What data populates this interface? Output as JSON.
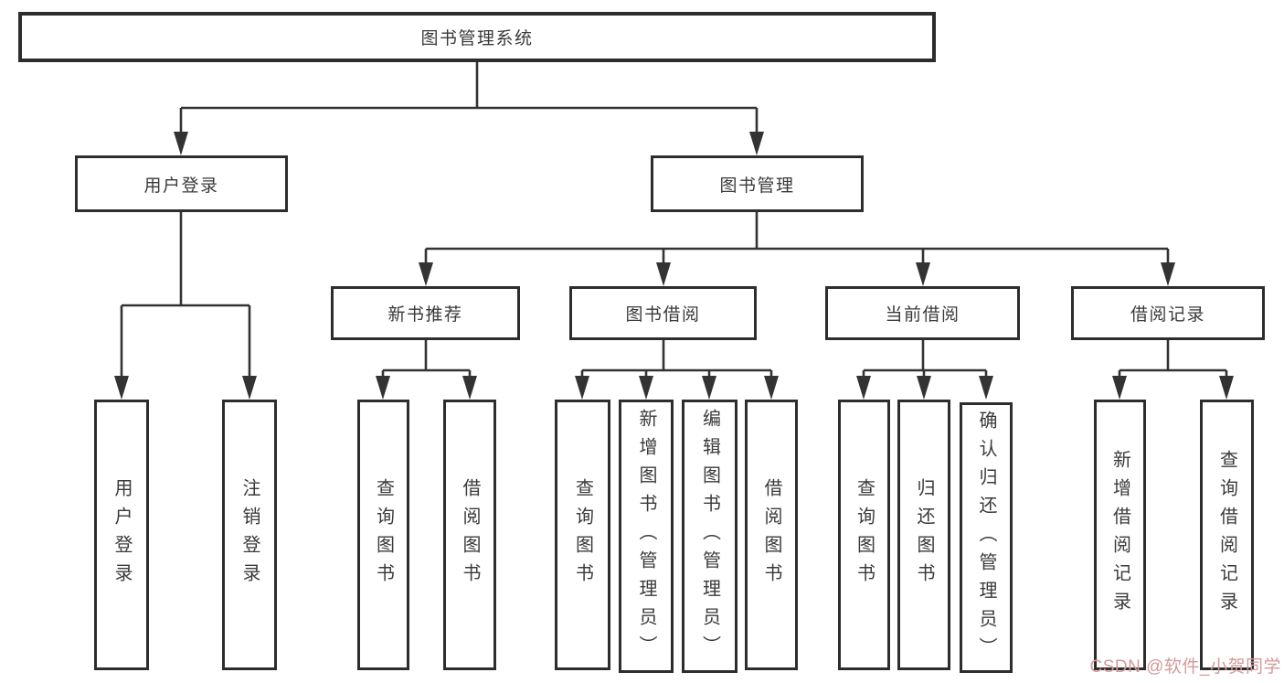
{
  "diagram": {
    "title": "图书管理系统",
    "nodes": {
      "root": "图书管理系统",
      "userLogin": "用户登录",
      "bookMgmt": "图书管理",
      "newBookRec": "新书推荐",
      "bookBorrow": "图书借阅",
      "currentBorrow": "当前借阅",
      "borrowRecords": "借阅记录",
      "leafUserLogin": "用户登录",
      "leafLogout": "注销登录",
      "leafNbQuery": "查询图书",
      "leafNbBorrow": "借阅图书",
      "leafBbQuery": "查询图书",
      "leafBbAdd": "新增图书（管理员）",
      "leafBbEdit": "编辑图书（管理员）",
      "leafBbBorrow": "借阅图书",
      "leafCbQuery": "查询图书",
      "leafCbReturn": "归还图书",
      "leafCbConfirm": "确认归还（管理员）",
      "leafBrAdd": "新增借阅记录",
      "leafBrQuery": "查询借阅记录"
    },
    "hierarchy": {
      "图书管理系统": {
        "用户登录": [
          "用户登录",
          "注销登录"
        ],
        "图书管理": {
          "新书推荐": [
            "查询图书",
            "借阅图书"
          ],
          "图书借阅": [
            "查询图书",
            "新增图书（管理员）",
            "编辑图书（管理员）",
            "借阅图书"
          ],
          "当前借阅": [
            "查询图书",
            "归还图书",
            "确认归还（管理员）"
          ],
          "借阅记录": [
            "新增借阅记录",
            "查询借阅记录"
          ]
        }
      }
    },
    "colors": {
      "line": "#333333",
      "border": "#2d2d2d",
      "text": "#3a3a3a",
      "background": "#ffffff",
      "watermark": "#d49a9a"
    }
  },
  "watermark": "CSDN @软件_小贺同学"
}
